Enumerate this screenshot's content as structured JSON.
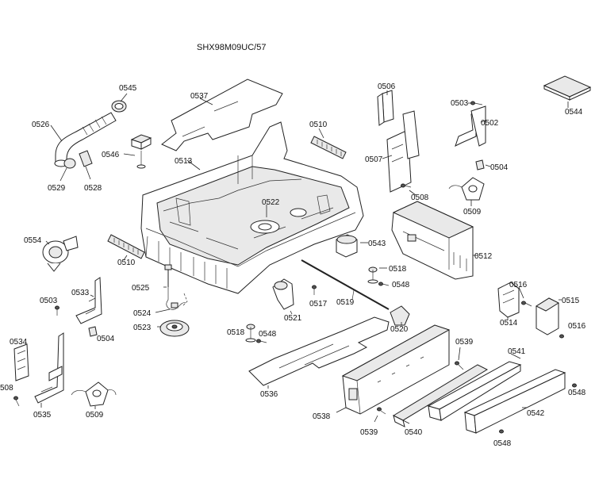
{
  "title": "SHX98M09UC/57",
  "labels": {
    "l0545": "0545",
    "l0526": "0526",
    "l0529": "0529",
    "l0528": "0528",
    "l0537": "0537",
    "l0546": "0546",
    "l0513": "0513",
    "l0510a": "0510",
    "l0506": "0506",
    "l0507": "0507",
    "l0508a": "0508",
    "l0503a": "0503",
    "l0502": "0502",
    "l0504a": "0504",
    "l0509a": "0509",
    "l0544": "0544",
    "l0522": "0522",
    "l0543": "0543",
    "l0512": "0512",
    "l0554": "0554",
    "l0510b": "0510",
    "l0533": "0533",
    "l0503b": "0503",
    "l0504b": "0504",
    "l0525": "0525",
    "l0524": "0524",
    "l0523": "0523",
    "l0518a": "0518",
    "l0548a": "0548",
    "l0521": "0521",
    "l0517": "0517",
    "l0519": "0519",
    "l0518b": "0518",
    "l0548b": "0548",
    "l0520": "0520",
    "l0516a": "0516",
    "l0515": "0515",
    "l0514": "0514",
    "l0516b": "0516",
    "l0534": "0534",
    "l0508b": "508",
    "l0535": "0535",
    "l0509b": "0509",
    "l0536": "0536",
    "l0539a": "0539",
    "l0541": "0541",
    "l0548c": "0548",
    "l0538": "0538",
    "l0539b": "0539",
    "l0540": "0540",
    "l0542": "0542",
    "l0548d": "0548"
  }
}
